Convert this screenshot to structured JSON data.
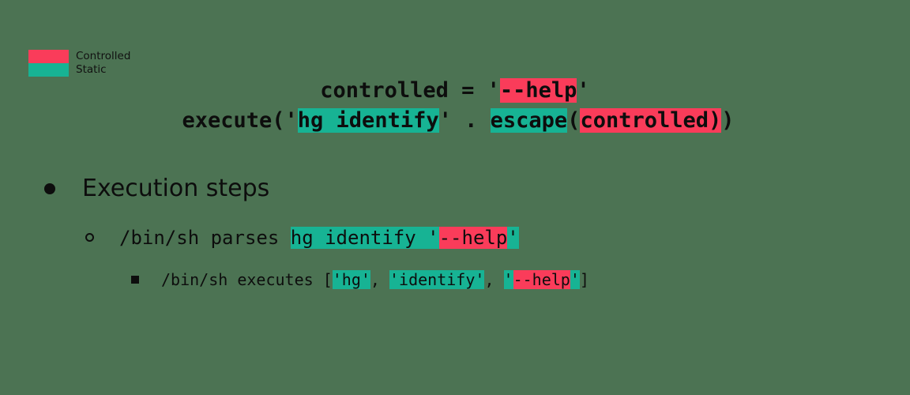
{
  "background_color": "#4c7353",
  "colors": {
    "controlled": "#fa3c5a",
    "static": "#17b394",
    "text": "#0d0d0d"
  },
  "legend": {
    "items": [
      {
        "label": "Controlled",
        "color_key": "controlled",
        "color": "#fa3c5a"
      },
      {
        "label": "Static",
        "color_key": "static",
        "color": "#17b394"
      }
    ]
  },
  "code": {
    "lines": [
      {
        "id": "assignment",
        "segments": [
          {
            "text": "controlled = '",
            "highlight": "none"
          },
          {
            "text": "--help",
            "highlight": "controlled"
          },
          {
            "text": "'",
            "highlight": "none"
          }
        ]
      },
      {
        "id": "execute-call",
        "segments": [
          {
            "text": "execute('",
            "highlight": "none"
          },
          {
            "text": "hg identify",
            "highlight": "static"
          },
          {
            "text": "' . ",
            "highlight": "none"
          },
          {
            "text": "escape",
            "highlight": "static"
          },
          {
            "text": "(",
            "highlight": "none"
          },
          {
            "text": "controlled)",
            "highlight": "controlled"
          },
          {
            "text": ")",
            "highlight": "none"
          }
        ]
      }
    ]
  },
  "outline": {
    "level1": {
      "marker": "filled-disc",
      "text": "Execution steps"
    },
    "level2": {
      "marker": "hollow-circle",
      "segments": [
        {
          "text": "/bin/sh parses ",
          "highlight": "none"
        },
        {
          "text": "hg identify '",
          "highlight": "static"
        },
        {
          "text": "--help",
          "highlight": "controlled"
        },
        {
          "text": "'",
          "highlight": "static"
        }
      ]
    },
    "level3": {
      "marker": "filled-square",
      "segments": [
        {
          "text": "/bin/sh executes [",
          "highlight": "none"
        },
        {
          "text": "'hg'",
          "highlight": "static"
        },
        {
          "text": ", ",
          "highlight": "none"
        },
        {
          "text": "'identify'",
          "highlight": "static"
        },
        {
          "text": ", ",
          "highlight": "none"
        },
        {
          "text": "'",
          "highlight": "static"
        },
        {
          "text": "--help",
          "highlight": "controlled"
        },
        {
          "text": "'",
          "highlight": "static"
        },
        {
          "text": "]",
          "highlight": "none"
        }
      ]
    }
  }
}
